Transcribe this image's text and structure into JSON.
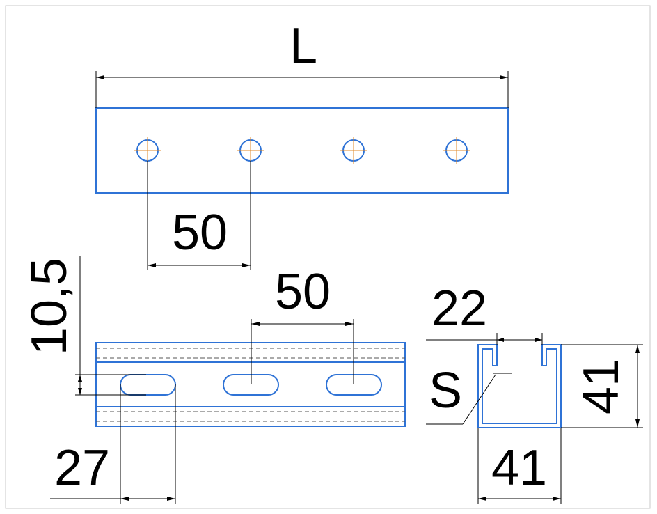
{
  "dimensions": {
    "length": "L",
    "hole_spacing_top": "50",
    "slot_spacing": "50",
    "slot_width": "10,5",
    "slot_length": "27",
    "lip_gap": "22",
    "thickness": "S",
    "profile_height": "41",
    "profile_width": "41"
  },
  "colors": {
    "part_outline": "#2f73d6",
    "center_marks": "#e08a2a",
    "dimension_lines": "#000000"
  }
}
